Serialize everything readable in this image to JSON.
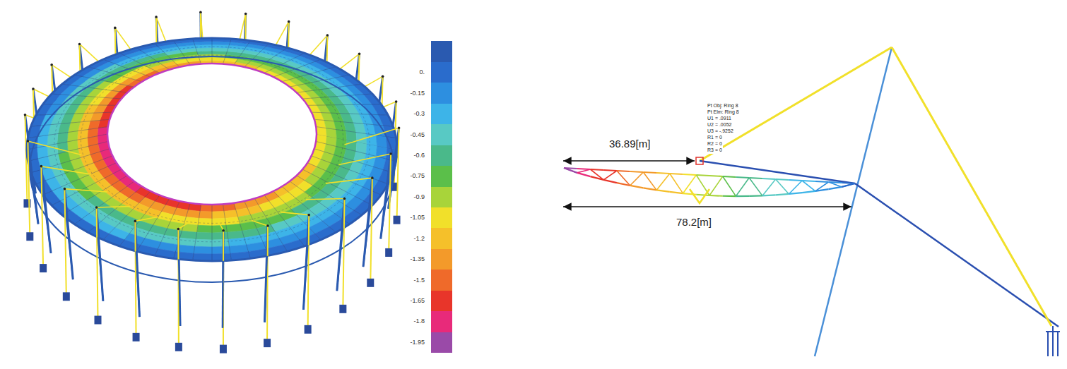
{
  "diagram": {
    "labels": [
      "36.89[m]",
      "78.2[m]",
      "Pt Obj: Ring 8",
      "Pt Elm: Ring 8",
      "U1 = .0911",
      "U2 = .0052",
      "U3 = -.9252",
      "R1 = 0",
      "R2 = 0",
      "R3 = 0"
    ],
    "legend": [
      {
        "text": "0.",
        "color": "#2a6ccc"
      },
      {
        "text": "-0.15",
        "color": "#2d8fe0"
      },
      {
        "text": "-0.3",
        "color": "#3db4e8"
      },
      {
        "text": "-0.45",
        "color": "#58c9c4"
      },
      {
        "text": "-0.6",
        "color": "#4ab98a"
      },
      {
        "text": "-0.75",
        "color": "#5bbf4a"
      },
      {
        "text": "-0.9",
        "color": "#a8d43a"
      },
      {
        "text": "-1.05",
        "color": "#f1e02a"
      },
      {
        "text": "-1.2",
        "color": "#f5c02a"
      },
      {
        "text": "-1.35",
        "color": "#f39a2a"
      },
      {
        "text": "-1.5",
        "color": "#ef6a2a"
      },
      {
        "text": "-1.65",
        "color": "#e8352a"
      },
      {
        "text": "-1.8",
        "color": "#e82a7a"
      },
      {
        "text": "-1.95",
        "color": "#9a4aa8"
      }
    ]
  }
}
